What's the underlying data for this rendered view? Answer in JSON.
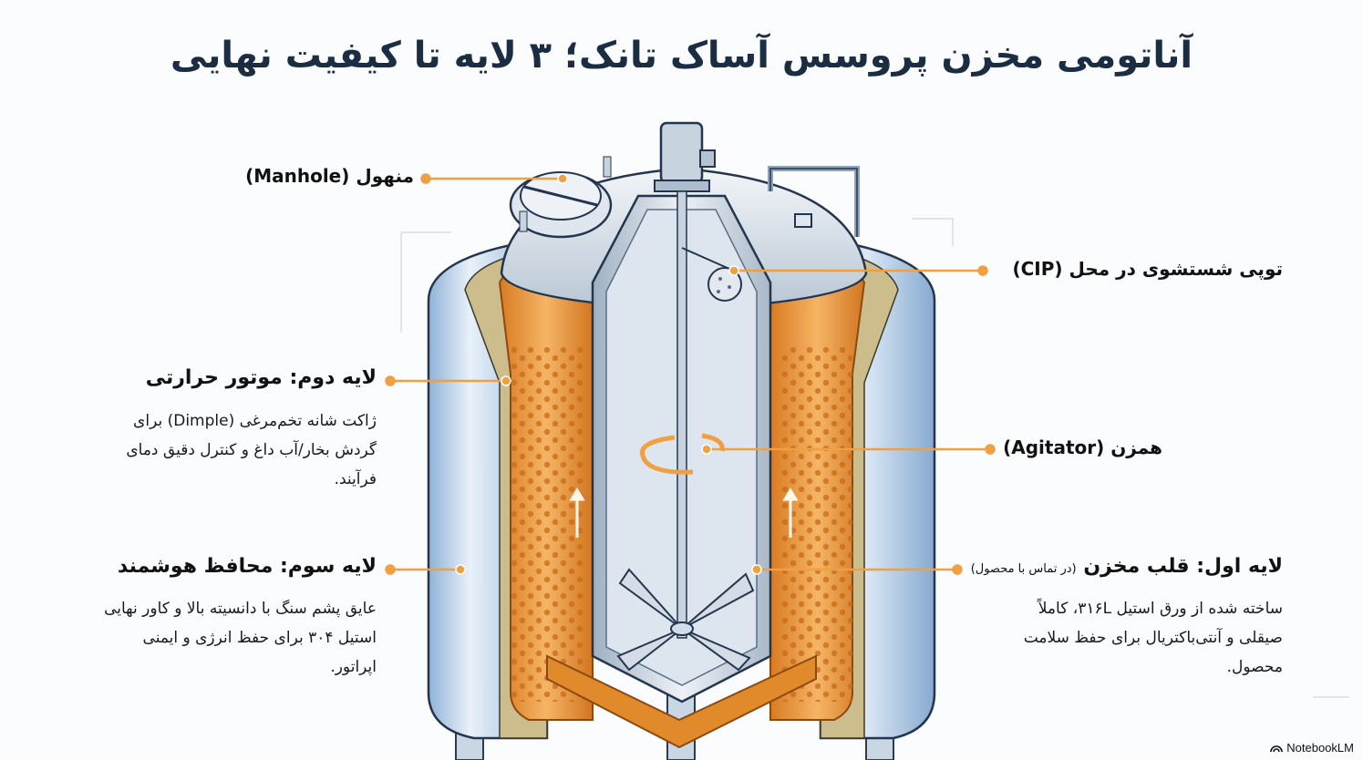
{
  "title": "آناتومی مخزن پروسس آساک تانک؛ ۳ لایه تا کیفیت نهایی",
  "colors": {
    "title": "#1b2d42",
    "callout": "#f0a040",
    "jacket": "#e8953a",
    "insulation": "#c8b98a",
    "steel": "#c7d3df",
    "cladding": "#a9c5e2"
  },
  "callouts": {
    "manhole": {
      "label": "منهول (Manhole)",
      "icon": "manhole-icon"
    },
    "cip": {
      "label": "توپی شستشوی در محل (CIP)",
      "icon": "spray-ball-icon"
    },
    "layer2": {
      "heading": "لایه دوم: موتور حرارتی",
      "lines": [
        "ژاکت شانه تخم‌مرغی (Dimple) برای",
        "گردش بخار/آب داغ و کنترل دقیق دمای",
        "فرآیند."
      ]
    },
    "agitator": {
      "label": "همزن (Agitator)",
      "icon": "agitator-icon"
    },
    "layer3": {
      "heading": "لایه سوم: محافظ هوشمند",
      "lines": [
        "عایق پشم سنگ با دانسیته بالا و کاور نهایی",
        "استیل ۳۰۴ برای حفظ انرژی و ایمنی",
        "اپراتور."
      ]
    },
    "layer1": {
      "heading": "لایه اول: قلب مخزن",
      "note": "(در تماس با محصول)",
      "lines": [
        "ساخته شده از ورق استیل ۳۱۶L، کاملاً",
        "صیقلی و آنتی‌باکتریال برای حفظ سلامت",
        "محصول."
      ]
    }
  },
  "brand": {
    "name": "NotebookLM",
    "icon": "notebooklm-logo-icon"
  }
}
